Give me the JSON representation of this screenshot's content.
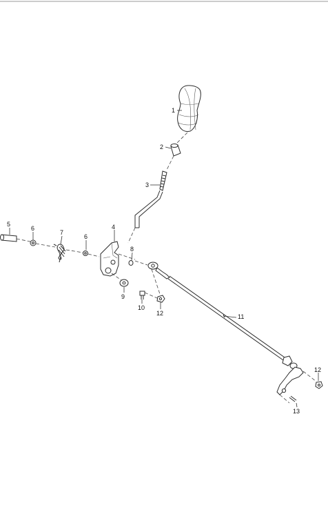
{
  "callouts": {
    "c1": "1",
    "c2": "2",
    "c3": "3",
    "c4": "4",
    "c5": "5",
    "c6a": "6",
    "c6b": "6",
    "c7": "7",
    "c8": "8",
    "c9": "9",
    "c10": "10",
    "c11": "11",
    "c12a": "12",
    "c12b": "12",
    "c13": "13"
  }
}
